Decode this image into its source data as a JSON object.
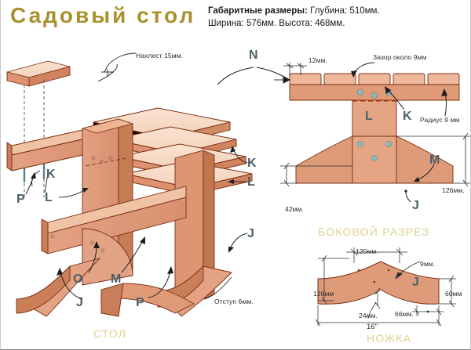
{
  "header": {
    "title": "Садовый стол",
    "specs_label": "Габаритные размеры:",
    "specs_line1_rest": " Глубина: 510мм.",
    "specs_line2": "Ширина: 576мм. Высота: 468мм.",
    "title_color": "#a8912c"
  },
  "captions": {
    "main": "СТОЛ",
    "section": "БОКОВОЙ РАЗРЕЗ",
    "leg": "НОЖКА",
    "color": "#ddd48e"
  },
  "main_view": {
    "note_overlap": "Нахлест 15мм.",
    "note_offset": "Отступ 6мм.",
    "letters": {
      "n": "N",
      "k_top": "K",
      "k_left": "K",
      "l_right": "L",
      "l_left": "L",
      "j_right": "J",
      "j_bottom": "J",
      "p_left": "P",
      "p_bottom": "P",
      "o": "O",
      "m": "M"
    }
  },
  "section_view": {
    "dim_12": "12мм.",
    "note_gap": "Зазор около 9мм",
    "note_radius": "Радиус 9 мм",
    "dim_126": "126мм.",
    "dim_42": "42мм.",
    "letters": {
      "k": "K",
      "l": "L",
      "m": "M",
      "j": "J"
    }
  },
  "leg_view": {
    "dim_120": "120мм.",
    "dim_9": "9мм.",
    "dim_126": "126мм",
    "dim_60": "60мм",
    "dim_24": "24мм.",
    "dim_66": "66мм.",
    "dim_16in": "16\"",
    "letters": {
      "j": "J"
    }
  },
  "palette": {
    "wood_light": "#f7dcc8",
    "wood_mid": "#e8a98c",
    "wood_dark": "#cc7f5f",
    "wood_deep": "#b4653f",
    "outline": "#7a2e10",
    "flat_fill": "#e09a78",
    "flat_light": "#edb89b",
    "letter_color": "#4a6168",
    "screw": "#7fb3b8"
  }
}
